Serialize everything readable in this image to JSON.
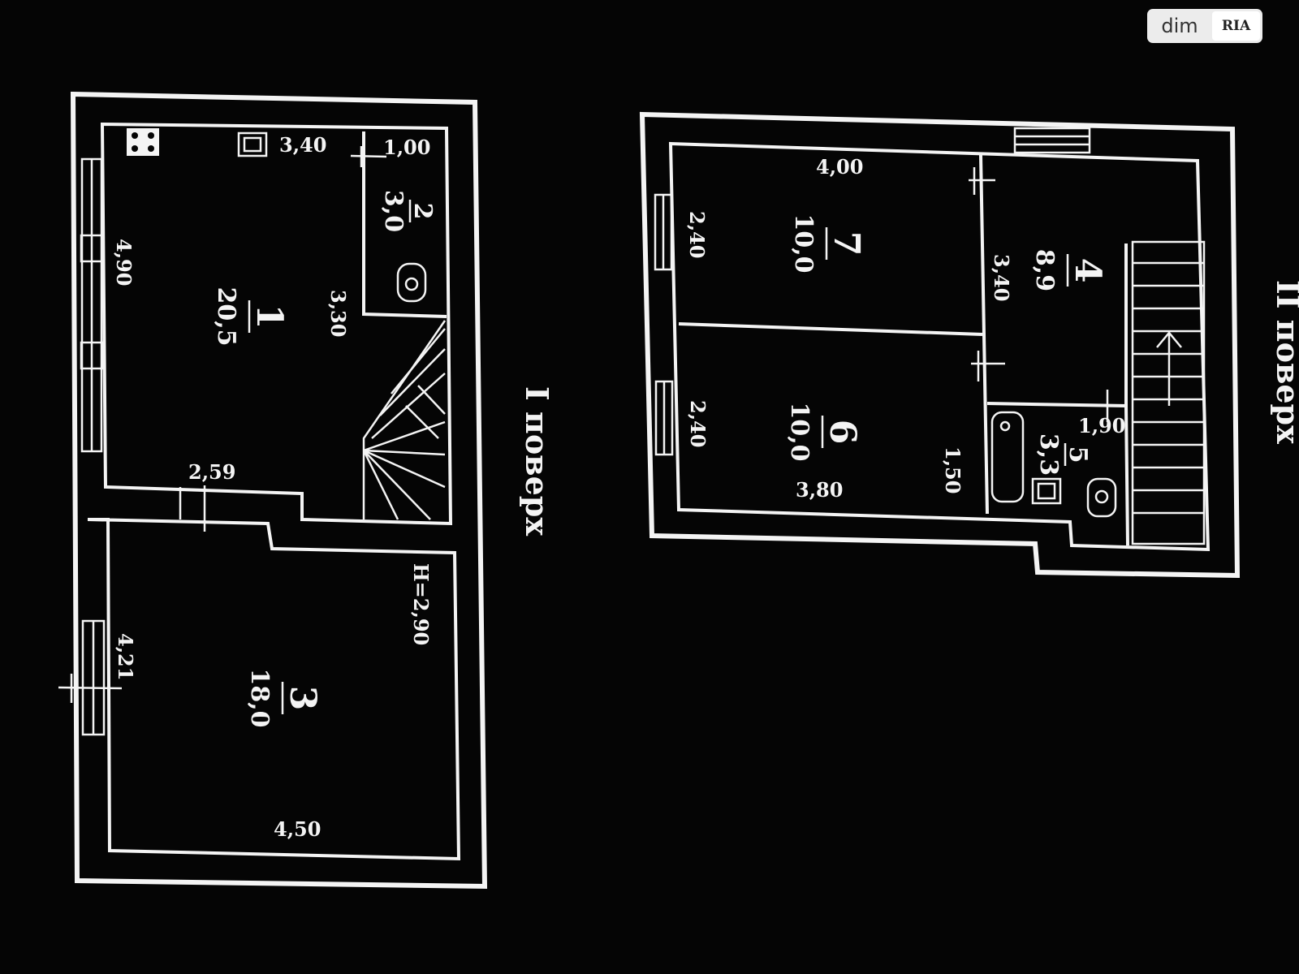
{
  "watermark": {
    "left": "dim",
    "right": "RIA"
  },
  "colors": {
    "background": "#050505",
    "lines": "#f4f4f4"
  },
  "floor1": {
    "title": "I поверх",
    "rooms": [
      {
        "number": "1",
        "area": "20,5"
      },
      {
        "number": "2",
        "area": "3,0"
      },
      {
        "number": "3",
        "area": "18,0"
      }
    ],
    "dims": {
      "d340": "3,40",
      "d100": "1,00",
      "d490": "4,90",
      "d330": "3,30",
      "d259": "2,59",
      "d421": "4,21",
      "height": "H=2,90",
      "d450": "4,50"
    }
  },
  "floor2": {
    "title": "II поверх",
    "rooms": [
      {
        "number": "4",
        "area": "8,9"
      },
      {
        "number": "5",
        "area": "3,3"
      },
      {
        "number": "6",
        "area": "10,0"
      },
      {
        "number": "7",
        "area": "10,0"
      }
    ],
    "dims": {
      "d400": "4,00",
      "d240a": "2,40",
      "d240b": "2,40",
      "d340": "3,40",
      "d190": "1,90",
      "d150": "1,50",
      "d380": "3,80"
    }
  }
}
